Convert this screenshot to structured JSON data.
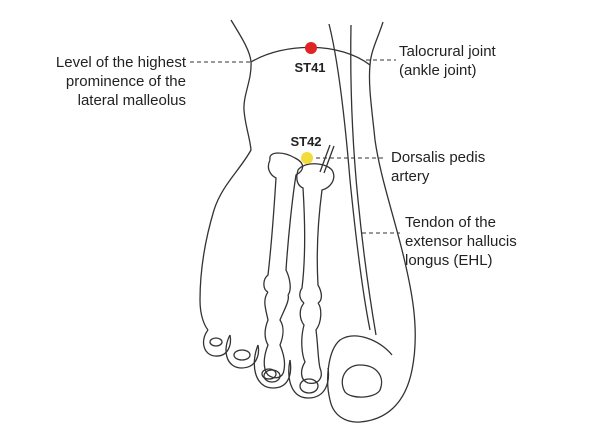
{
  "points": [
    {
      "code": "ST41",
      "color": "#e02424"
    },
    {
      "code": "ST42",
      "color": "#f2dc3a"
    }
  ],
  "labels": {
    "malleolus": [
      "Level of the highest",
      "prominence of the",
      "lateral malleolus"
    ],
    "talocrural": [
      "Talocrural joint",
      "(ankle joint)"
    ],
    "artery": [
      "Dorsalis pedis",
      "artery"
    ],
    "tendon": [
      "Tendon of the",
      "extensor hallucis",
      "longus (EHL)"
    ]
  }
}
